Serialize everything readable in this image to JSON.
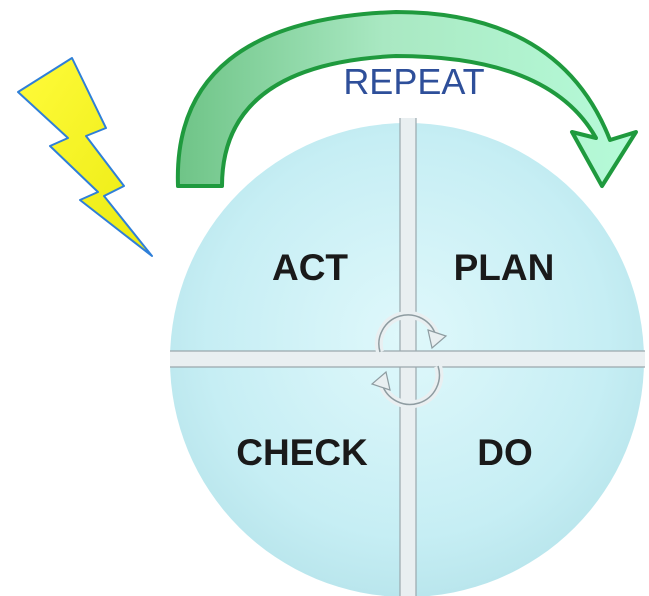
{
  "diagram": {
    "cycle_label": "REPEAT",
    "quadrants": {
      "top_left": "ACT",
      "top_right": "PLAN",
      "bottom_left": "CHECK",
      "bottom_right": "DO"
    }
  },
  "colors": {
    "circle_fill": "#c9f0f5",
    "arrow_green": "#2f9e4f",
    "arrow_fill_light": "#a8f0c8",
    "bolt_yellow": "#f5f01a",
    "repeat_text": "#2e4f9a",
    "divider": "#e8eef0"
  },
  "icons": [
    "lightning-bolt-icon",
    "curved-arrow-icon",
    "cycle-arrows-icon"
  ]
}
